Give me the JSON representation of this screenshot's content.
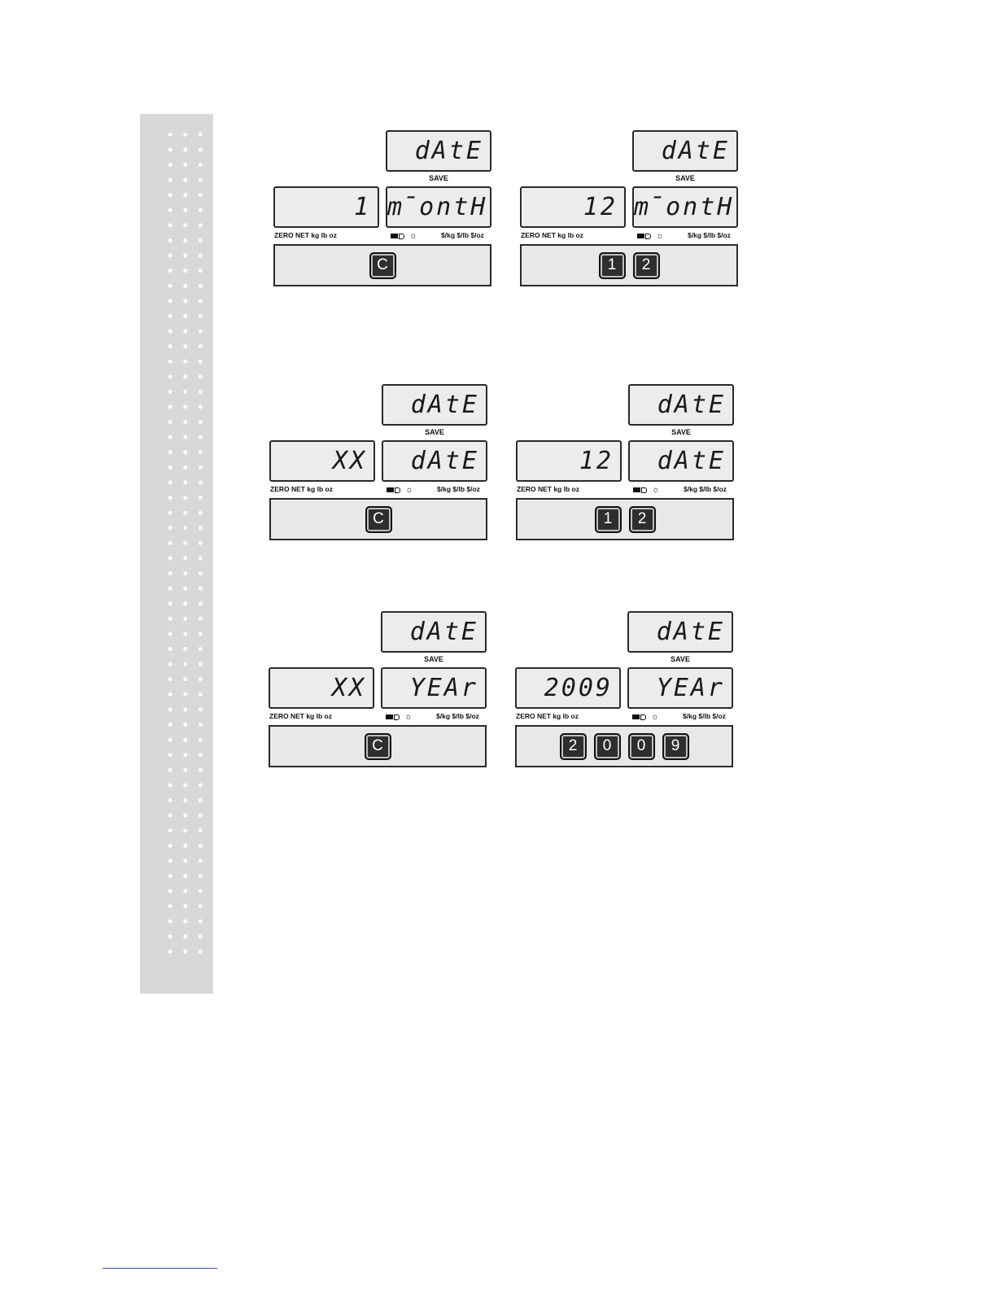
{
  "labels": {
    "save": "SAVE",
    "unit_left": "ZERO NET  kg   lb   oz",
    "unit_right": "$/kg  $/lb  $/oz"
  },
  "groups": [
    {
      "top": "dAtE",
      "left": "1",
      "right": "m̄ontH",
      "keys": [
        "C"
      ]
    },
    {
      "top": "dAtE",
      "left": "12",
      "right": "m̄ontH",
      "keys": [
        "1",
        "2"
      ]
    },
    {
      "top": "dAtE",
      "left": "XX",
      "right": "dAtE",
      "keys": [
        "C"
      ]
    },
    {
      "top": "dAtE",
      "left": "12",
      "right": "dAtE",
      "keys": [
        "1",
        "2"
      ]
    },
    {
      "top": "dAtE",
      "left": "XX",
      "right": "YEAr",
      "keys": [
        "C"
      ]
    },
    {
      "top": "dAtE",
      "left": "2009",
      "right": "YEAr",
      "keys": [
        "2",
        "0",
        "0",
        "9"
      ]
    }
  ]
}
